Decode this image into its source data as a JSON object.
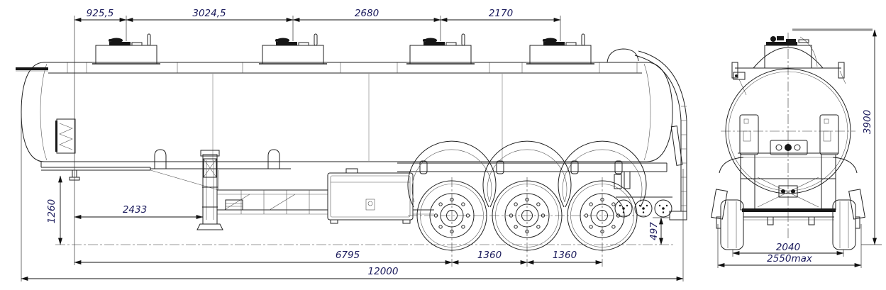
{
  "drawing": {
    "kind": "tanker-semitrailer-general-arrangement",
    "views": {
      "left": "side view",
      "right": "rear view"
    }
  },
  "colors": {
    "line": "#222222",
    "dimension_text": "#1b1b5c",
    "background": "#ffffff",
    "reference_line_gray": "#979797"
  },
  "dimensions": {
    "top_chain": {
      "kingpin_to_manhole1": "925,5",
      "manhole1_to_manhole2": "3024,5",
      "manhole2_to_manhole3": "2680",
      "manhole3_to_manhole4": "2170"
    },
    "side": {
      "fifth_wheel_height": "1260",
      "kingpin_to_landing_gear": "2433",
      "kingpin_to_first_axle": "6795",
      "axle_spacing_1": "1360",
      "axle_spacing_2": "1360",
      "rear_frame_height": "497",
      "overall_length": "12000"
    },
    "rear": {
      "overall_height": "3900",
      "axle_track": "2040",
      "overall_width": "2550max"
    }
  }
}
